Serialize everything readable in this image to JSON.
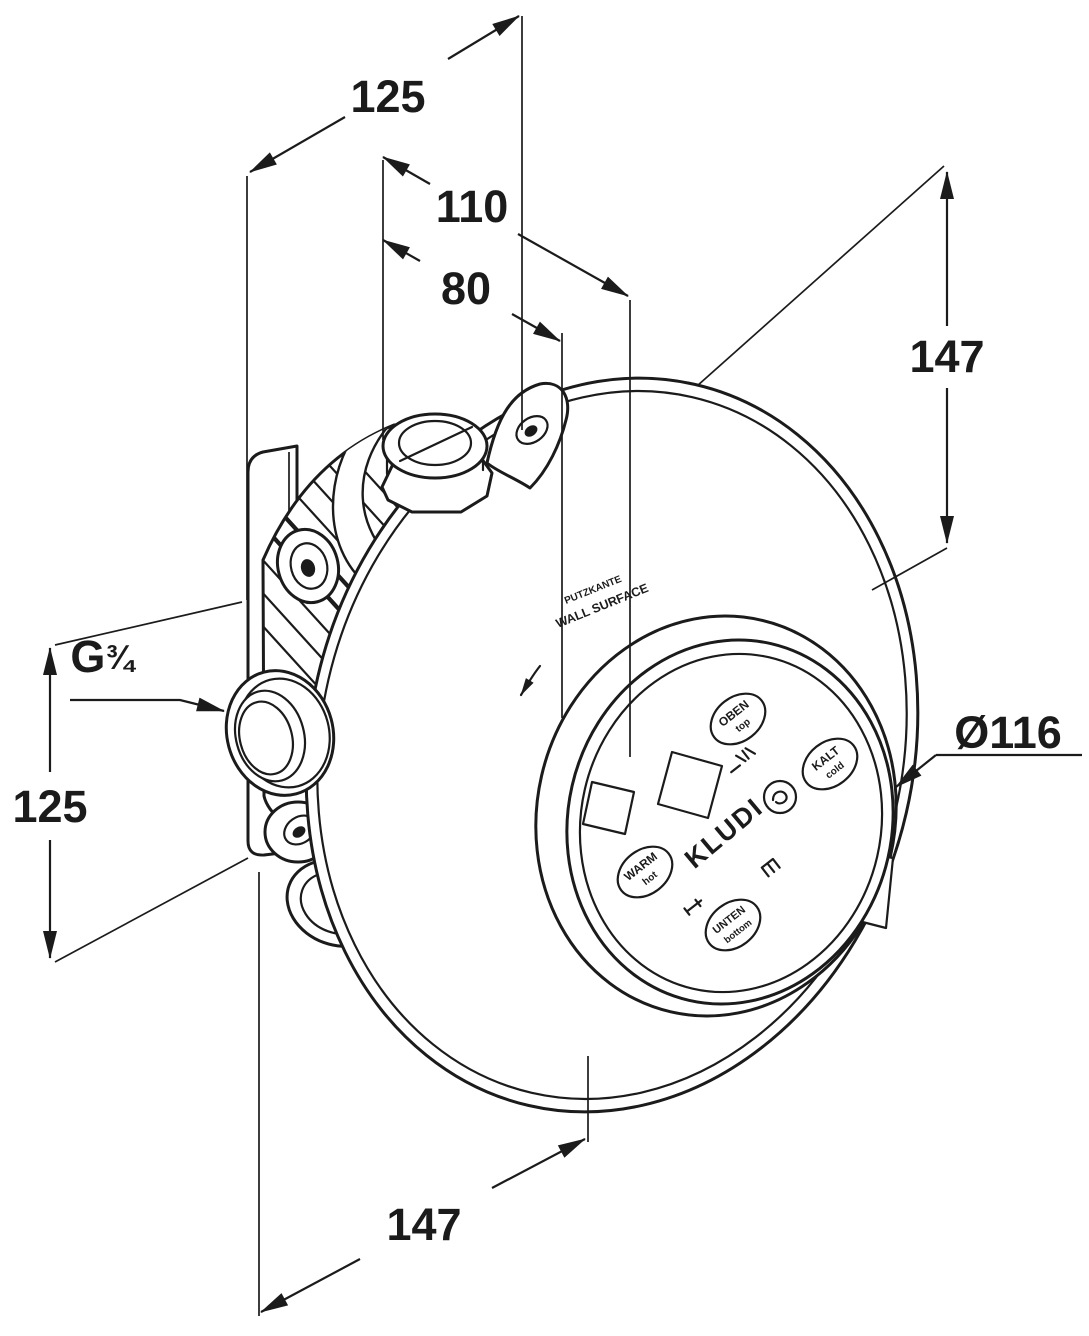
{
  "dimensions": {
    "top_width": {
      "value": "125"
    },
    "depth_max": {
      "value": "110"
    },
    "depth_min": {
      "value": "80"
    },
    "right_height": {
      "value": "147"
    },
    "left_height": {
      "value": "125"
    },
    "bottom_width": {
      "value": "147"
    },
    "diameter": {
      "value": "Ø116"
    },
    "thread": {
      "prefix": "G",
      "fraction": "¾"
    }
  },
  "cover_plate": {
    "logo": "KLUDI",
    "labels": {
      "top": {
        "primary": "OBEN",
        "secondary": "top"
      },
      "right": {
        "primary": "KALT",
        "secondary": "cold"
      },
      "left": {
        "primary": "WARM",
        "secondary": "hot"
      },
      "bottom": {
        "primary": "UNTEN",
        "secondary": "bottom"
      }
    }
  },
  "wall_marking": {
    "line1": "PUTZKANTE",
    "line2": "WALL SURFACE"
  },
  "colors": {
    "line": "#1b1b1b",
    "background": "#ffffff"
  }
}
